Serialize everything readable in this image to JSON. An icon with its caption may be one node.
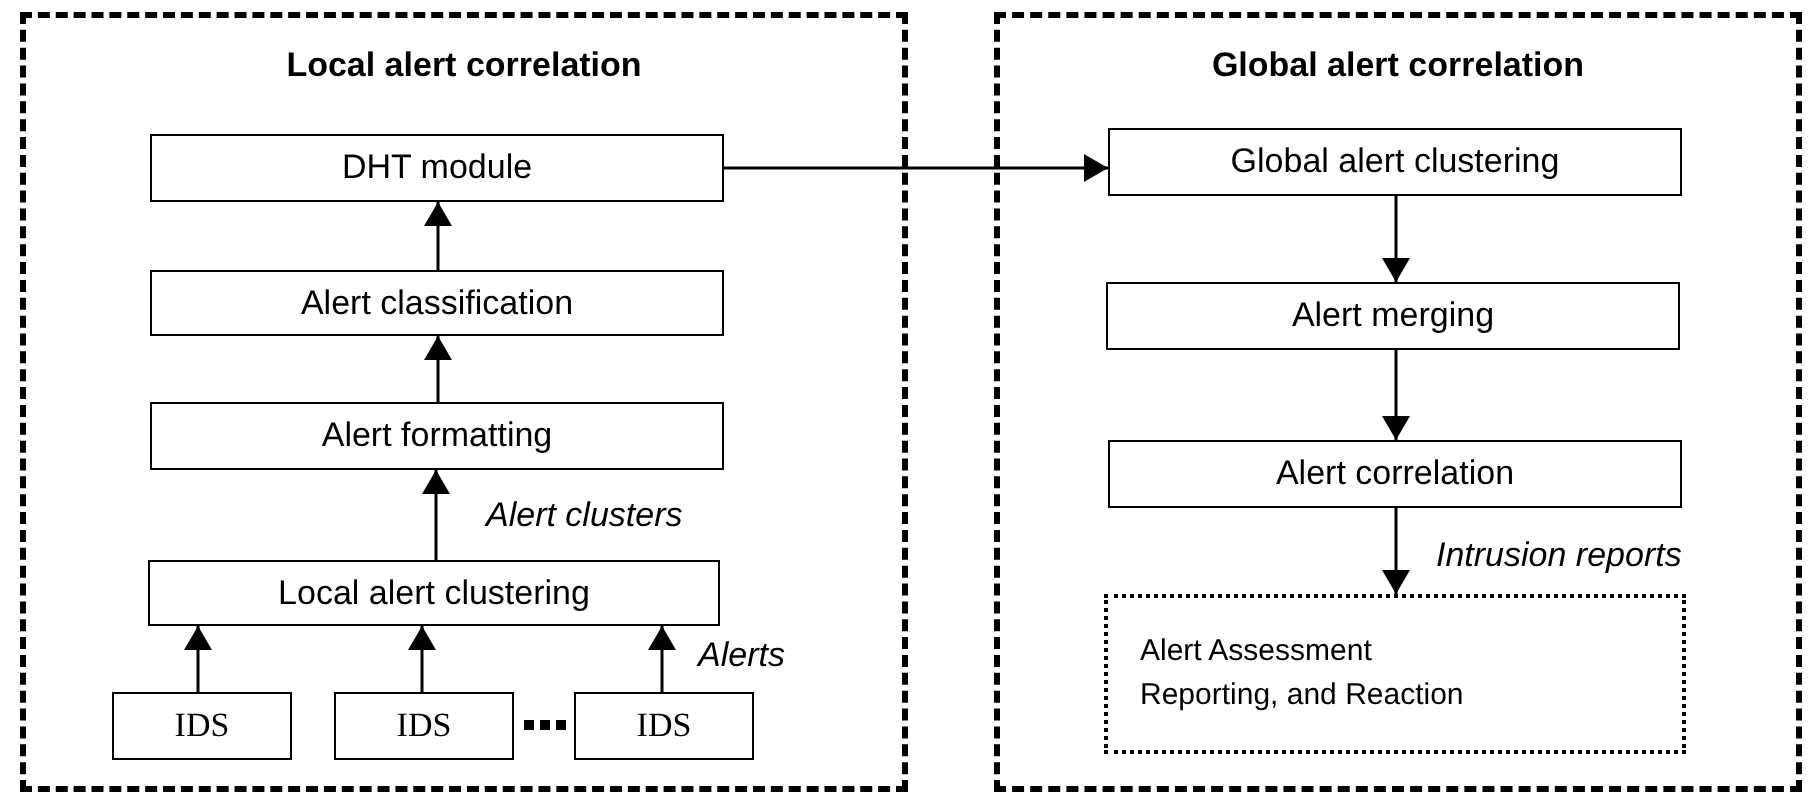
{
  "diagram": {
    "nodes": [
      {
        "text": [
          "Local alert correlation"
        ]
      },
      {
        "text": [
          "DHT module"
        ],
        "in": 0
      },
      {
        "text": [
          "Alert classification"
        ],
        "in": 0
      },
      {
        "text": [
          "Alert formatting"
        ],
        "in": 0
      },
      {
        "text": [
          "Local alert clustering"
        ],
        "in": 0
      },
      {
        "text": [
          "IDS"
        ],
        "in": 0
      },
      {
        "text": [
          "IDS"
        ],
        "in": 0
      },
      {
        "text": [
          "IDS"
        ],
        "in": 0
      },
      {
        "text": [
          "Global alert correlation"
        ]
      },
      {
        "text": [
          "Global alert clustering"
        ],
        "in": 8
      },
      {
        "text": [
          "Alert merging"
        ],
        "in": 8
      },
      {
        "text": [
          "Alert correlation"
        ],
        "in": 8
      },
      {
        "text": [
          "Alert Assessment Reporting, and Reaction"
        ],
        "in": 8
      }
    ],
    "edges": [
      {
        "from": 5,
        "to": 4,
        "arrow": "to"
      },
      {
        "from": 6,
        "to": 4,
        "arrow": "to"
      },
      {
        "from": 7,
        "to": 4,
        "arrow": "to",
        "label": "Alerts"
      },
      {
        "from": 4,
        "to": 3,
        "arrow": "to",
        "label": "Alert clusters"
      },
      {
        "from": 3,
        "to": 2,
        "arrow": "to"
      },
      {
        "from": 2,
        "to": 1,
        "arrow": "to"
      },
      {
        "from": 1,
        "to": 9,
        "arrow": "to"
      },
      {
        "from": 9,
        "to": 10,
        "arrow": "to"
      },
      {
        "from": 10,
        "to": 11,
        "arrow": "to"
      },
      {
        "from": 11,
        "to": 12,
        "arrow": "to",
        "label": "Intrusion reports"
      }
    ]
  }
}
